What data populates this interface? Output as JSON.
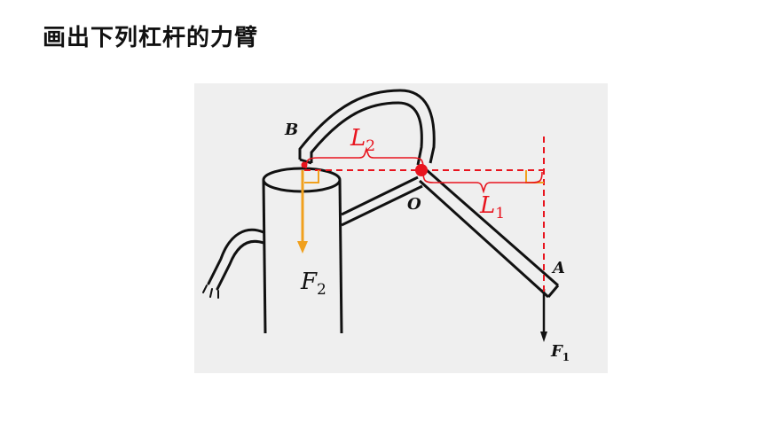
{
  "slide": {
    "title": "画出下列杠杆的力臂"
  },
  "diagram": {
    "points": {
      "B": "B",
      "O": "O",
      "A": "A"
    },
    "forces": {
      "F1": {
        "symbol": "F",
        "sub": "1"
      },
      "F2": {
        "symbol": "F",
        "sub": "2"
      }
    },
    "arms": {
      "L1": {
        "symbol": "L",
        "sub": "1"
      },
      "L2": {
        "symbol": "L",
        "sub": "2"
      }
    },
    "colors": {
      "lever_arm": "#e8141e",
      "force_F2": "#f0a01e",
      "line_art": "#111111",
      "figure_bg": "#efefef"
    }
  }
}
